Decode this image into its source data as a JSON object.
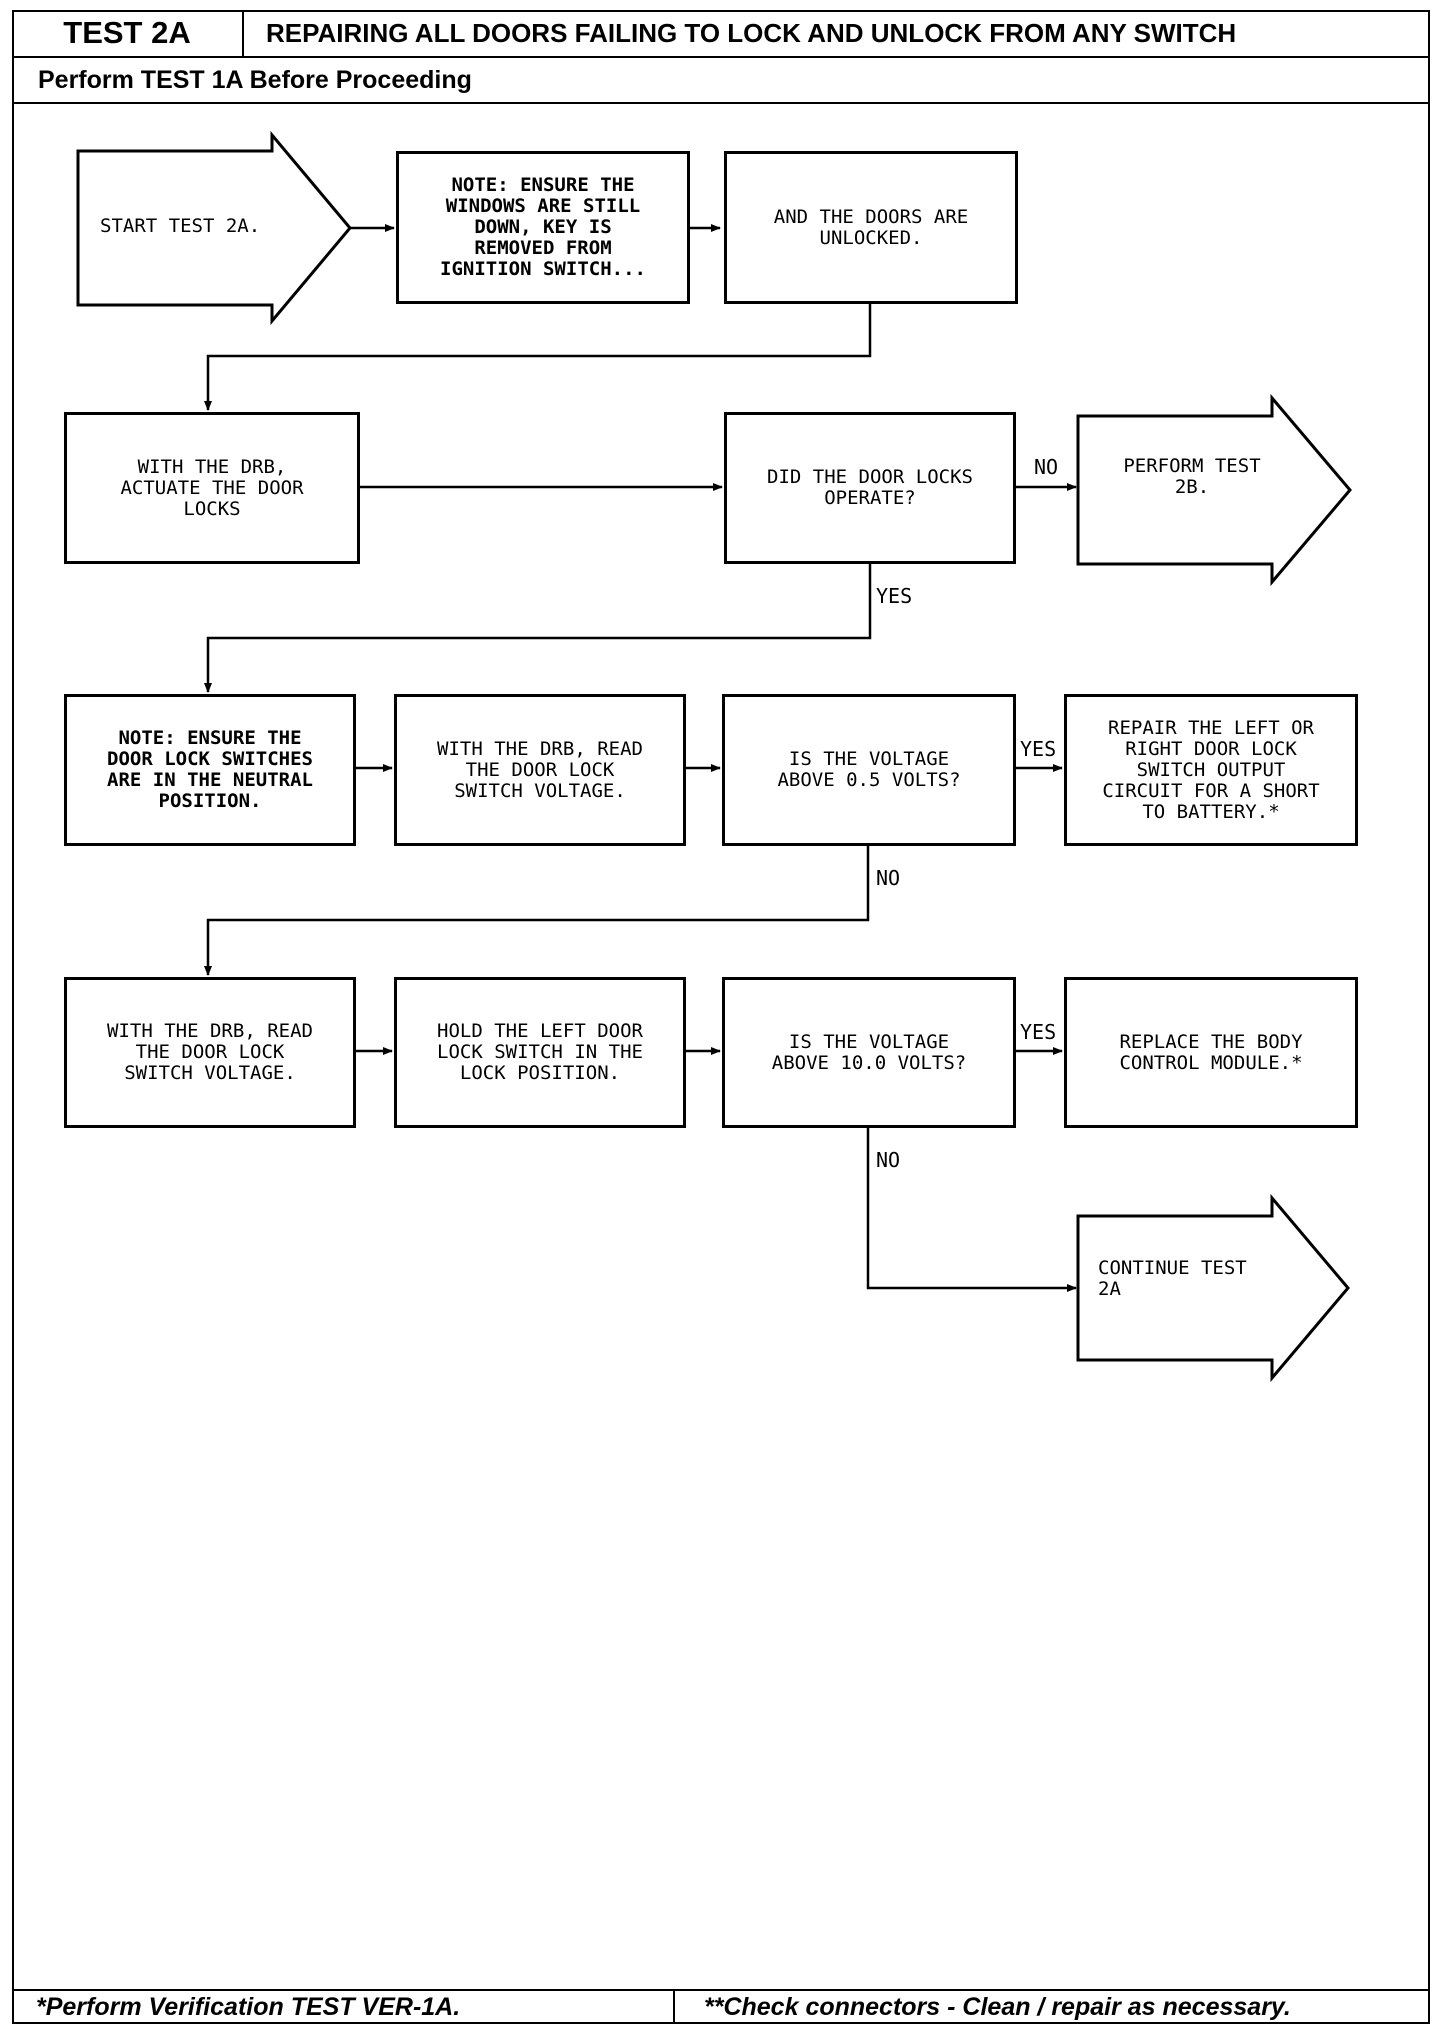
{
  "header": {
    "test_id": "TEST 2A",
    "title": "REPAIRING ALL DOORS FAILING TO LOCK AND UNLOCK FROM ANY SWITCH",
    "subtitle": "Perform TEST 1A Before Proceeding"
  },
  "nodes": {
    "start": "START TEST 2A.",
    "note1": "NOTE: ENSURE THE\nWINDOWS ARE STILL\nDOWN, KEY IS\nREMOVED FROM\nIGNITION SWITCH...",
    "unlocked": "AND THE DOORS ARE\nUNLOCKED.",
    "actuate": "WITH THE DRB,\nACTUATE THE DOOR\nLOCKS",
    "did_operate": "DID THE DOOR LOCKS\nOPERATE?",
    "perform_2b": "PERFORM TEST\n2B.",
    "note2": "NOTE: ENSURE THE\nDOOR LOCK SWITCHES\nARE IN THE NEUTRAL\nPOSITION.",
    "read_voltage1": "WITH THE DRB, READ\nTHE DOOR LOCK\nSWITCH VOLTAGE.",
    "above_05": "IS THE VOLTAGE\nABOVE 0.5 VOLTS?",
    "repair_short": "REPAIR THE LEFT OR\nRIGHT DOOR LOCK\nSWITCH OUTPUT\nCIRCUIT FOR A SHORT\nTO BATTERY.*",
    "read_voltage2": "WITH THE DRB, READ\nTHE DOOR LOCK\nSWITCH VOLTAGE.",
    "hold_left": "HOLD THE LEFT DOOR\nLOCK SWITCH IN THE\nLOCK POSITION.",
    "above_10": "IS THE VOLTAGE\nABOVE 10.0 VOLTS?",
    "replace_bcm": "REPLACE THE BODY\nCONTROL MODULE.*",
    "continue_2a": "CONTINUE TEST\n2A"
  },
  "labels": {
    "no1": "NO",
    "yes1": "YES",
    "yes2": "YES",
    "no2": "NO",
    "yes3": "YES",
    "no3": "NO"
  },
  "footer": {
    "left": "*Perform Verification TEST VER-1A.",
    "right": "**Check connectors - Clean / repair as necessary."
  }
}
